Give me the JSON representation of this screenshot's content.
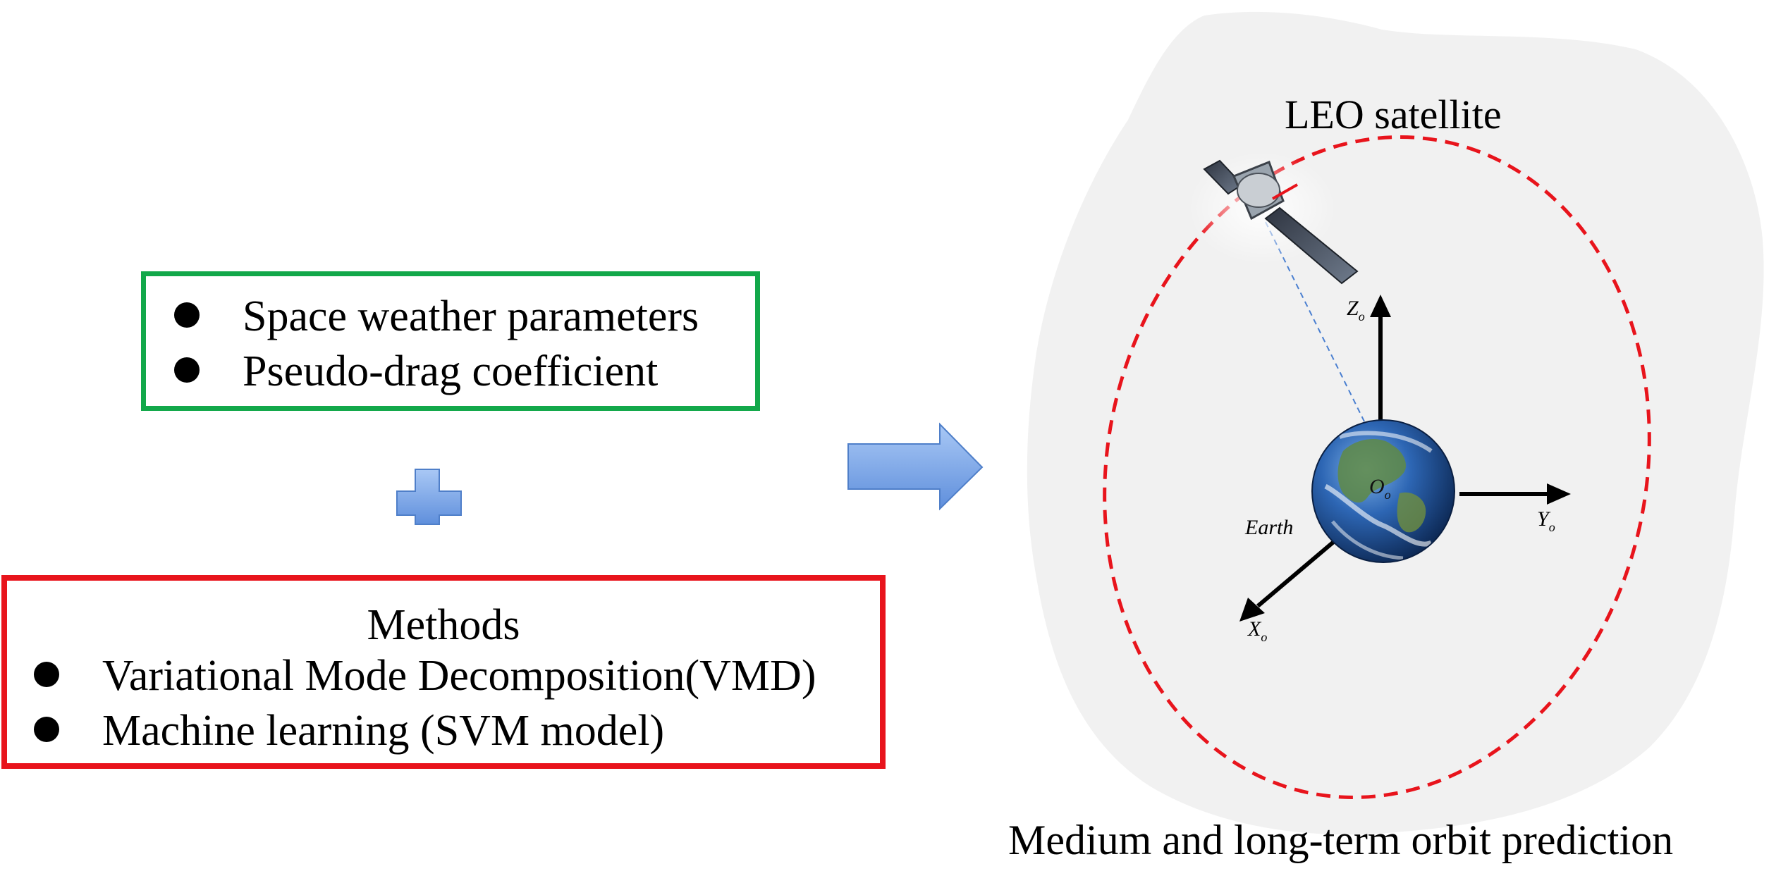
{
  "inputs": {
    "items": [
      "Space weather parameters",
      "Pseudo-drag coefficient"
    ]
  },
  "methods": {
    "heading": "Methods",
    "items": [
      "Variational Mode Decomposition(VMD)",
      "Machine learning (SVM model)"
    ]
  },
  "orbit": {
    "satellite_label": "LEO satellite",
    "earth_label": "Earth",
    "axis_z": "Z",
    "axis_y": "Y",
    "axis_x": "X",
    "origin": "O",
    "subscript": "o",
    "caption": "Medium and long-term orbit prediction"
  },
  "colors": {
    "inputs_border": "#12a84a",
    "methods_border": "#e8141c",
    "orbit_dash": "#e8141c",
    "arrow_fill": "#7aa7e8",
    "backdrop": "#f1f1f1"
  }
}
